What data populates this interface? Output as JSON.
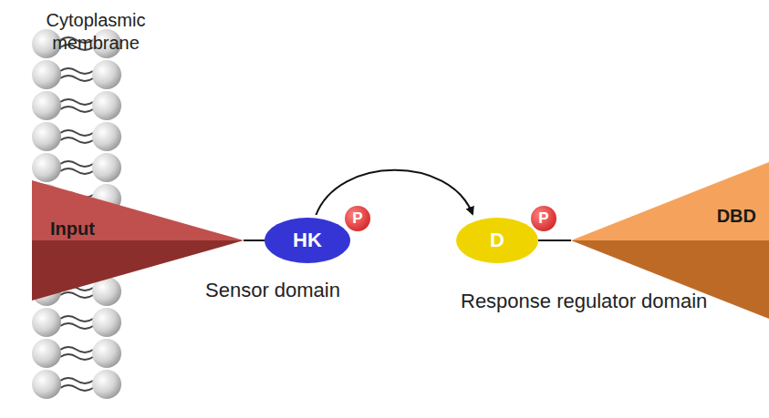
{
  "diagram": {
    "nodes": [
      {
        "text": [
          "Input"
        ]
      },
      {
        "text": [
          "HK"
        ]
      },
      {
        "text": [
          "P"
        ],
        "in": 1
      },
      {
        "text": [
          "D"
        ]
      },
      {
        "text": [
          "P"
        ],
        "in": 3
      },
      {
        "text": [
          "DBD"
        ]
      }
    ],
    "edges": [
      {
        "from": 0,
        "to": 1,
        "arrow": "none"
      },
      {
        "from": 1,
        "to": 3,
        "arrow": "to"
      },
      {
        "from": 3,
        "to": 5,
        "arrow": "none"
      }
    ],
    "labels": [
      "Cytoplasmic membrane",
      "Sensor domain",
      "Response regulator domain"
    ]
  }
}
